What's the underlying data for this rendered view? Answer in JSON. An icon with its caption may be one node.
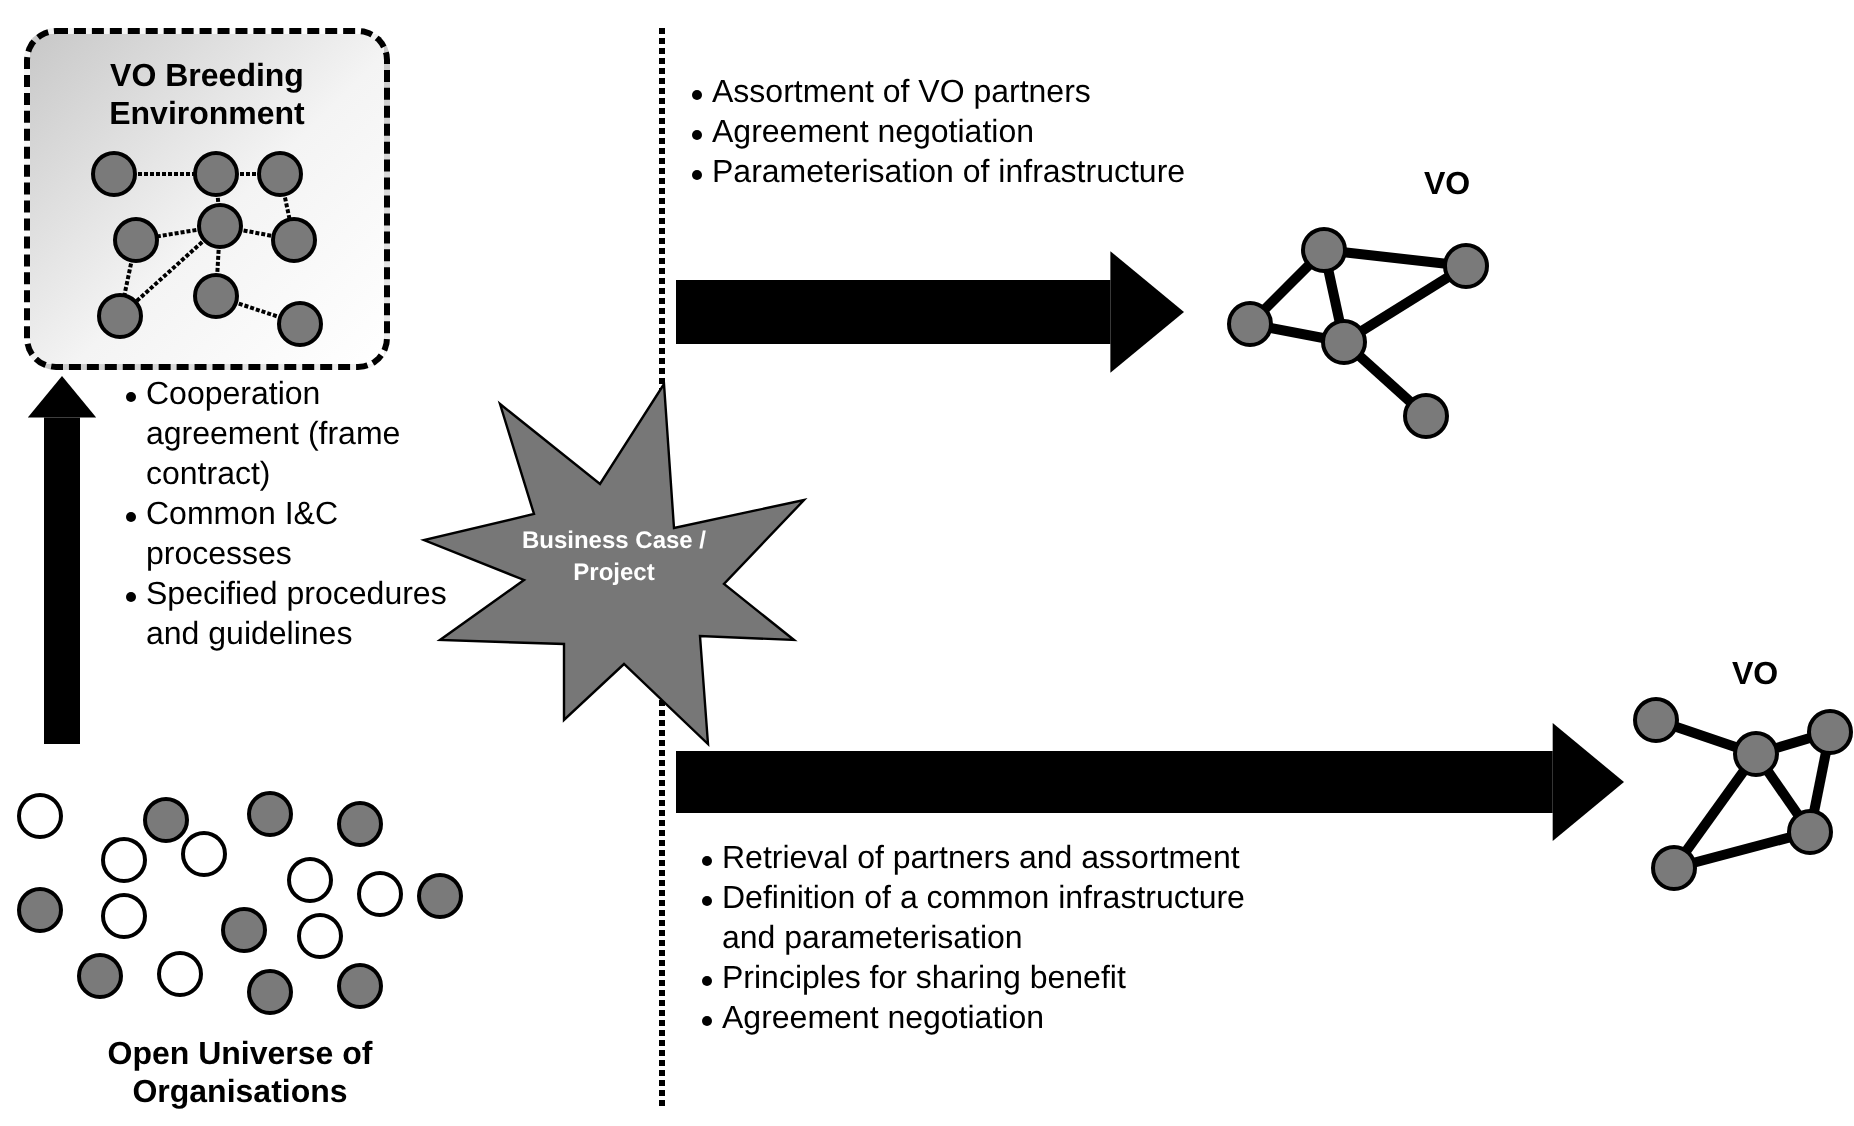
{
  "diagram": {
    "nodes": [
      {
        "text": [
          "VO Breeding Environment"
        ]
      },
      {
        "text": [
          "Open Universe of Organisations"
        ]
      },
      {
        "text": [
          "Business Case / Project"
        ]
      },
      {
        "text": [
          "VO"
        ]
      },
      {
        "text": [
          "VO"
        ]
      }
    ],
    "edges": [
      {
        "from": 1,
        "to": 0,
        "arrow": "to"
      },
      {
        "from": null,
        "to": 3,
        "arrow": "to"
      },
      {
        "from": null,
        "to": 4,
        "arrow": "to"
      }
    ],
    "labels": [
      "Assortment of VO partners",
      "Agreement negotiation",
      "Parameterisation of infrastructure",
      "Cooperation agreement (frame contract)",
      "Common I&C processes",
      "Specified procedures and guidelines",
      "Retrieval of partners and assortment",
      "Definition of a common infrastructure and parameterisation",
      "Principles for sharing benefit",
      "Agreement negotiation"
    ]
  }
}
